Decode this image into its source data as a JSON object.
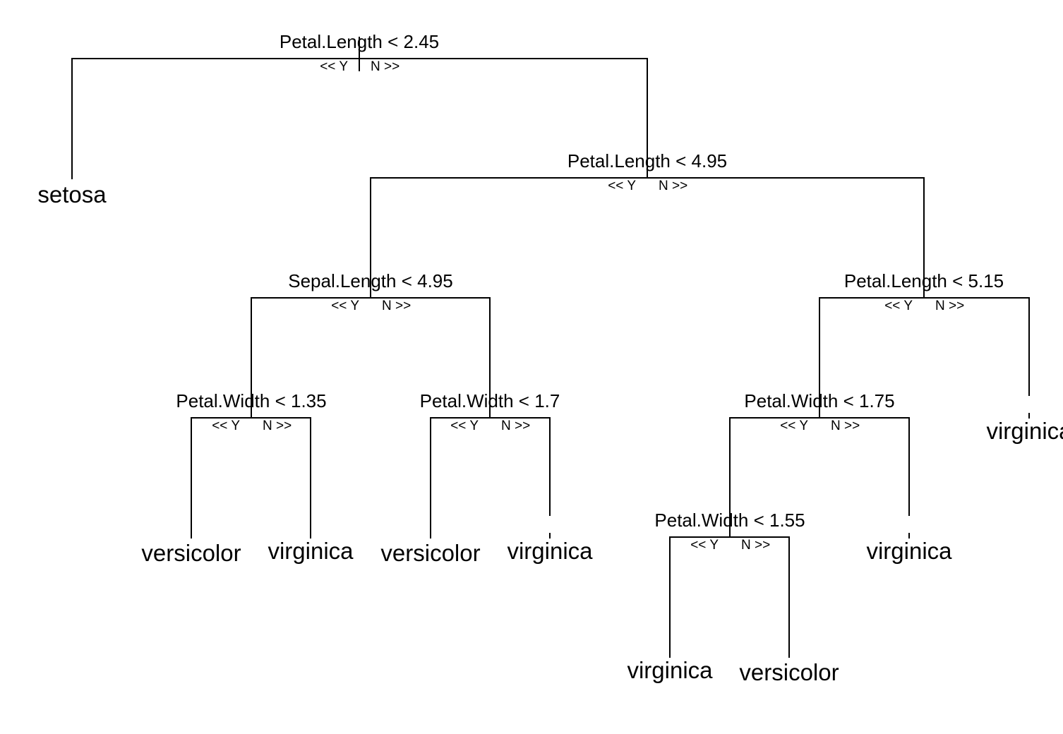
{
  "title": "Iris decision tree",
  "branch_labels": {
    "yes": "<< Y",
    "no": "N >>"
  },
  "nodes": [
    {
      "id": "n1",
      "split": "Petal.Length < 2.45",
      "yes": "leaf_setosa",
      "no": "n2"
    },
    {
      "id": "n2",
      "split": "Petal.Length < 4.95",
      "yes": "n3",
      "no": "n6"
    },
    {
      "id": "n3",
      "split": "Sepal.Length < 4.95",
      "yes": "n4",
      "no": "n5"
    },
    {
      "id": "n4",
      "split": "Petal.Width < 1.35",
      "yes": "leaf_a",
      "no": "leaf_b"
    },
    {
      "id": "n5",
      "split": "Petal.Width < 1.7",
      "yes": "leaf_c",
      "no": "leaf_d"
    },
    {
      "id": "n6",
      "split": "Petal.Length < 5.15",
      "yes": "n7",
      "no": "leaf_h"
    },
    {
      "id": "n7",
      "split": "Petal.Width < 1.75",
      "yes": "n8",
      "no": "leaf_g"
    },
    {
      "id": "n8",
      "split": "Petal.Width < 1.55",
      "yes": "leaf_e",
      "no": "leaf_f"
    }
  ],
  "leaves": [
    {
      "id": "leaf_setosa",
      "label": "setosa"
    },
    {
      "id": "leaf_a",
      "label": "versicolor"
    },
    {
      "id": "leaf_b",
      "label": "virginica"
    },
    {
      "id": "leaf_c",
      "label": "versicolor"
    },
    {
      "id": "leaf_d",
      "label": "virginica"
    },
    {
      "id": "leaf_e",
      "label": "virginica"
    },
    {
      "id": "leaf_f",
      "label": "versicolor"
    },
    {
      "id": "leaf_g",
      "label": "virginica"
    },
    {
      "id": "leaf_h",
      "label": "virginica"
    }
  ]
}
